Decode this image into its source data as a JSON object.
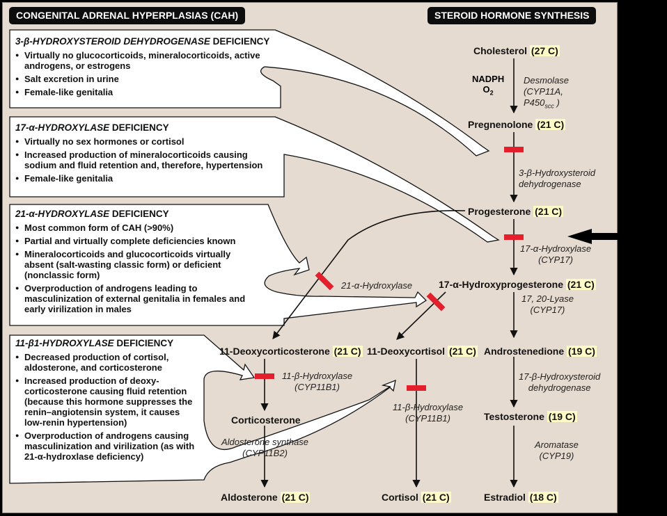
{
  "headers": {
    "left": "CONGENITAL ADRENAL HYPERPLASIAS (CAH)",
    "right": "STEROID HORMONE SYNTHESIS"
  },
  "deficiencies": [
    {
      "name": "3-β-HYDROXYSTEROID DEHYDROGENASE",
      "suffix": " DEFICIENCY",
      "bullets": [
        "Virtually no glucocorticoids, mineralocorticoids, active androgens, or estrogens",
        "Salt excretion in urine",
        "Female-like genitalia"
      ]
    },
    {
      "name": "17-α-HYDROXYLASE",
      "suffix": " DEFICIENCY",
      "bullets": [
        "Virtually no sex hormones or cortisol",
        "Increased production of mineralocorticoids causing sodium and fluid retention and, therefore, hypertension",
        "Female-like genitalia"
      ]
    },
    {
      "name": "21-α-HYDROXYLASE",
      "suffix": " DEFICIENCY",
      "bullets": [
        "Most common form of CAH (>90%)",
        "Partial and virtually complete deficiencies known",
        "Mineralocorticoids and glucocorticoids virtually absent (salt-wasting classic form) or deficient (nonclassic form)",
        "Overproduction of androgens leading to masculinization of external genitalia in females and early virilization in males"
      ]
    },
    {
      "name": "11-β1-HYDROXYLASE",
      "suffix": " DEFICIENCY",
      "bullets": [
        "Decreased production of cortisol, aldosterone, and corticosterone",
        "Increased production of deoxy-corticosterone causing fluid retention (because this hormone suppresses the renin–angiotensin system, it causes low-renin hypertension)",
        "Overproduction of androgens causing masculinization and virilization (as with 21-α-hydroxlase deficiency)"
      ]
    }
  ],
  "molecules": {
    "cholesterol": {
      "name": "Cholesterol",
      "carbons": "(27 C)"
    },
    "pregnenolone": {
      "name": "Pregnenolone",
      "carbons": "(21 C)"
    },
    "progesterone": {
      "name": "Progesterone",
      "carbons": "(21 C)"
    },
    "hydroxyprogesterone": {
      "name": "17-α-Hydroxyprogesterone",
      "carbons": "(21 C)"
    },
    "deoxycorticosterone": {
      "name": "11-Deoxycorticosterone",
      "carbons": "(21 C)"
    },
    "deoxycortisol": {
      "name": "11-Deoxycortisol",
      "carbons": "(21 C)"
    },
    "androstenedione": {
      "name": "Androstenedione",
      "carbons": "(19 C)"
    },
    "corticosterone": {
      "name": "Corticosterone",
      "carbons": ""
    },
    "testosterone": {
      "name": "Testosterone",
      "carbons": "(19 C)"
    },
    "aldosterone": {
      "name": "Aldosterone",
      "carbons": "(21 C)"
    },
    "cortisol": {
      "name": "Cortisol",
      "carbons": "(21 C)"
    },
    "estradiol": {
      "name": "Estradiol",
      "carbons": "(18 C)"
    }
  },
  "cofactors": {
    "nadph": "NADPH",
    "o2": "O2"
  },
  "enzymes": {
    "desmolase": [
      "Desmolase",
      "(CYP11A,",
      "P450scc )"
    ],
    "hsd3b": [
      "3-β-Hydroxysteroid",
      "dehydrogenase"
    ],
    "hydroxylase17": [
      "17-α-Hydroxylase",
      "(CYP17)"
    ],
    "hydroxylase21": [
      "21-α-Hydroxylase"
    ],
    "lyase": [
      "17, 20-Lyase",
      "(CYP17)"
    ],
    "hydroxylase11_left": [
      "11-β-Hydroxylase",
      "(CYP11B1)"
    ],
    "hydroxylase11_mid": [
      "11-β-Hydroxylase",
      "(CYP11B1)"
    ],
    "hsd17b": [
      "17-β-Hydroxysteroid",
      "dehydrogenase"
    ],
    "aldo_synthase": [
      "Aldosterone synthase",
      "(CYP11B2)"
    ],
    "aromatase": [
      "Aromatase",
      "(CYP19)"
    ]
  },
  "colors": {
    "background": "#e5dbd0",
    "block": "#e41e2b",
    "highlight": "#fffac6",
    "header": "#0d0d0d"
  }
}
